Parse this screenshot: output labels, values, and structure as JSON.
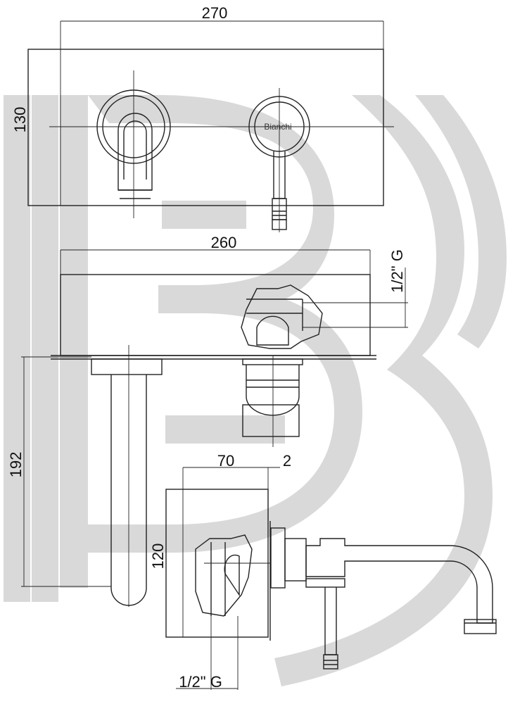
{
  "dimensions": {
    "top_width": "270",
    "top_height": "130",
    "mid_width": "260",
    "mid_thread": "1/2\" G",
    "left_height": "192",
    "side_depth": "70",
    "side_gap": "2",
    "side_height": "120",
    "bottom_thread": "1/2\" G"
  },
  "brand": {
    "label": "Bianchi"
  },
  "colors": {
    "line": "#222222",
    "watermark": "#d9d9d9"
  }
}
